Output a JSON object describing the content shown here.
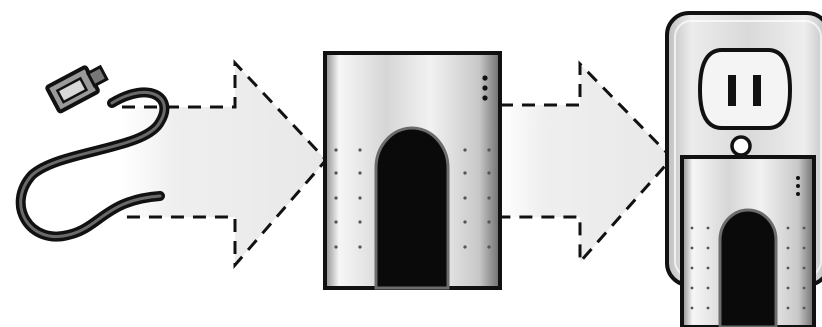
{
  "diagram": {
    "steps": [
      {
        "id": "cable",
        "icon": "ethernet-cable-icon"
      },
      {
        "id": "adapter",
        "icon": "powerline-adapter-icon"
      },
      {
        "id": "wall-outlet",
        "icon": "adapter-plugged-into-outlet-icon"
      }
    ],
    "connectors": [
      "dashed-arrow",
      "dashed-arrow"
    ],
    "colors": {
      "stroke": "#111111",
      "arrow_fill": "#eeeeee",
      "adapter_body_light": "#f6f6f6",
      "adapter_body_dark": "#8c8c8c",
      "adapter_port": "#0a0a0a",
      "outlet_plate": "#e2e2e2"
    }
  }
}
